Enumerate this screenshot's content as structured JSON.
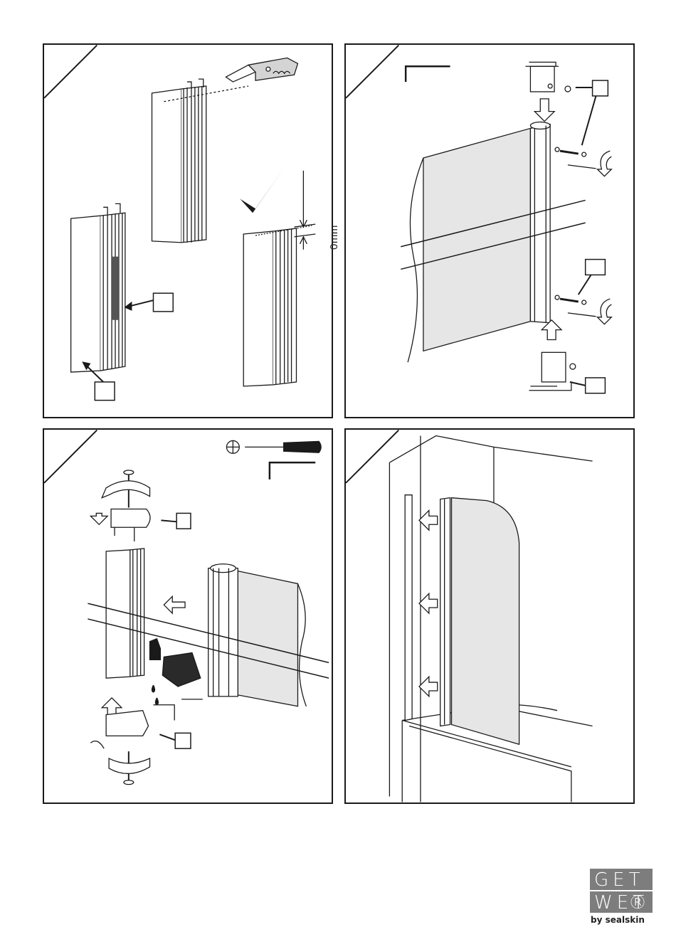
{
  "panels": {
    "panel1": {
      "dimension_label": "0mm"
    },
    "panel2": {},
    "panel3": {},
    "panel4": {}
  },
  "brand": {
    "word1": "GET",
    "word2": "WET",
    "registered": "®",
    "tagline": "by sealskin"
  },
  "colors": {
    "line": "#1a1a1a",
    "glass": "#e6e6e6",
    "logo_box": "#7d7d7d"
  },
  "icons": [
    "utility-knife-icon",
    "checkmark-icon",
    "hex-key-icon",
    "screwdriver-icon",
    "phillips-icon",
    "rotate-arrow-icon",
    "direction-arrow-icon",
    "hand-pointing-icon",
    "oil-drop-icon",
    "screw-icon",
    "washer-icon"
  ]
}
